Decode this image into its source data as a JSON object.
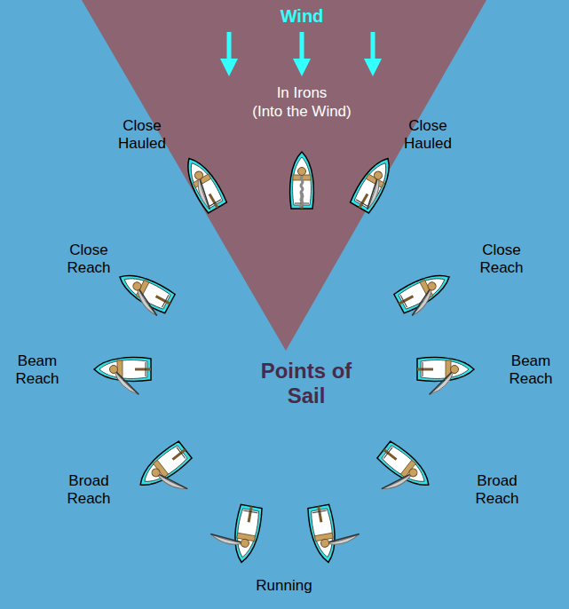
{
  "diagram": {
    "title": "Points of Sail",
    "labels": [
      "Wind",
      "In Irons",
      "(Into the Wind)",
      "Close Hauled",
      "Close Hauled",
      "Close Reach",
      "Close Reach",
      "Beam Reach",
      "Beam Reach",
      "Broad Reach",
      "Broad Reach",
      "Running"
    ]
  }
}
